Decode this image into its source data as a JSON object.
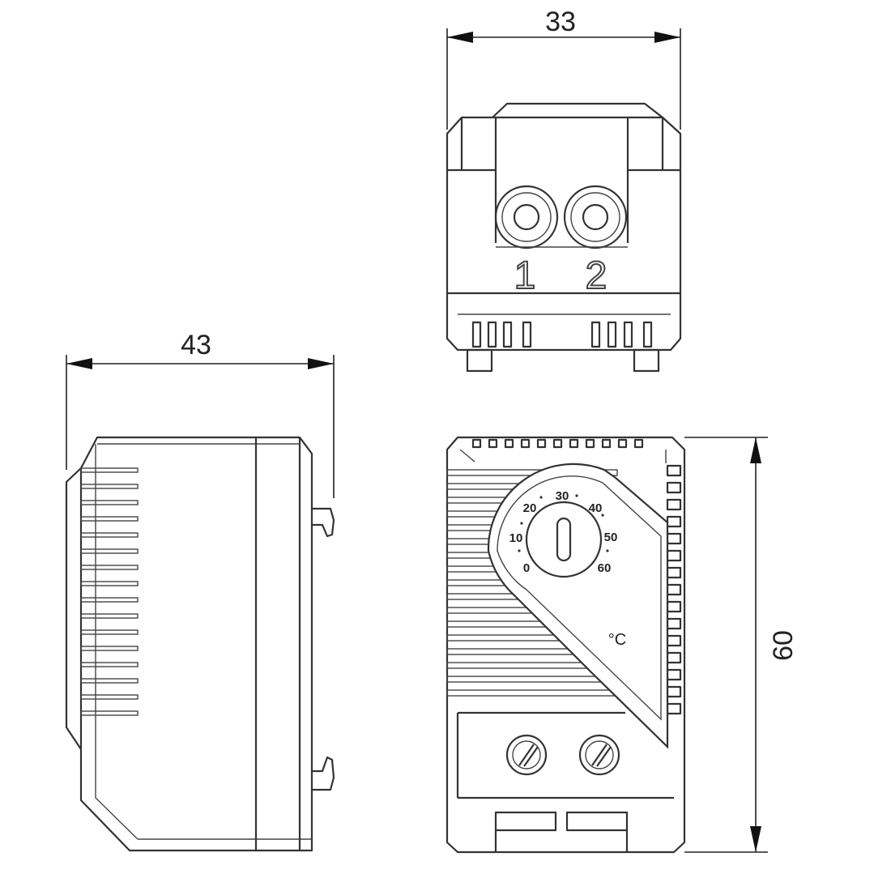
{
  "dimensions": {
    "width_top": "33",
    "width_side": "43",
    "height_front": "60"
  },
  "terminals": [
    "1",
    "2"
  ],
  "dial": {
    "scale": [
      "0",
      "10",
      "20",
      "30",
      "40",
      "50",
      "60"
    ],
    "unit": "°C"
  },
  "colors": {
    "line": "#333333",
    "background": "#ffffff"
  }
}
